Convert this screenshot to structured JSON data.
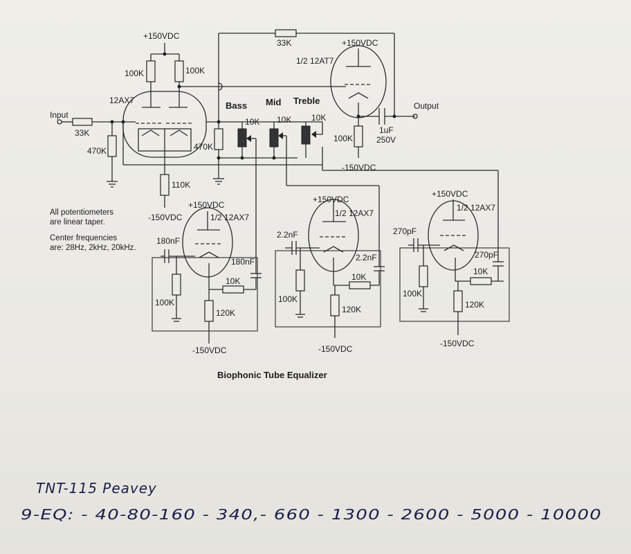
{
  "labels": {
    "plus150_top": "+150VDC",
    "r100k_a": "100K",
    "r100k_b": "100K",
    "tube_12ax7_main": "12AX7",
    "input": "Input",
    "r33k_in": "33K",
    "r470k_in": "470K",
    "r470k_mid": "470K",
    "r110k": "110K",
    "minus150_main": "-150VDC",
    "r33k_fb": "33K",
    "plus150_out": "+150VDC",
    "tube_12at7": "1/2 12AT7",
    "output": "Output",
    "cap_1uf": "1uF",
    "cap_250v": "250V",
    "r100k_out": "100K",
    "minus150_out": "-150VDC",
    "bass": "Bass",
    "mid": "Mid",
    "treble": "Treble",
    "pot_bass": "10K",
    "pot_mid": "10K",
    "pot_treble": "10K",
    "note1": "All potentiometers",
    "note2": "are linear taper.",
    "note3": "Center frequencies",
    "note4": "are: 28Hz, 2kHz, 20kHz.",
    "s1_plus150": "+150VDC",
    "s1_tube": "1/2 12AX7",
    "s1_cap_in": "180nF",
    "s1_cap_fb": "180nF",
    "s1_r100k": "100K",
    "s1_r10k": "10K",
    "s1_r120k": "120K",
    "s1_minus150": "-150VDC",
    "s2_plus150": "+150VDC",
    "s2_tube": "1/2 12AX7",
    "s2_cap_in": "2.2nF",
    "s2_cap_fb": "2.2nF",
    "s2_r100k": "100K",
    "s2_r10k": "10K",
    "s2_r120k": "120K",
    "s2_minus150": "-150VDC",
    "s3_plus150": "+150VDC",
    "s3_tube": "1/2 12AX7",
    "s3_cap_in": "270pF",
    "s3_cap_fb": "270pF",
    "s3_r100k": "100K",
    "s3_r10k": "10K",
    "s3_r120k": "120K",
    "s3_minus150": "-150VDC"
  },
  "caption": "Biophonic Tube Equalizer",
  "handwriting": {
    "line1": "TNT-115 Peavey",
    "line2": "9-EQ: - 40-80-160 - 340,- 660 - 1300 - 2600 - 5000 - 10000"
  }
}
